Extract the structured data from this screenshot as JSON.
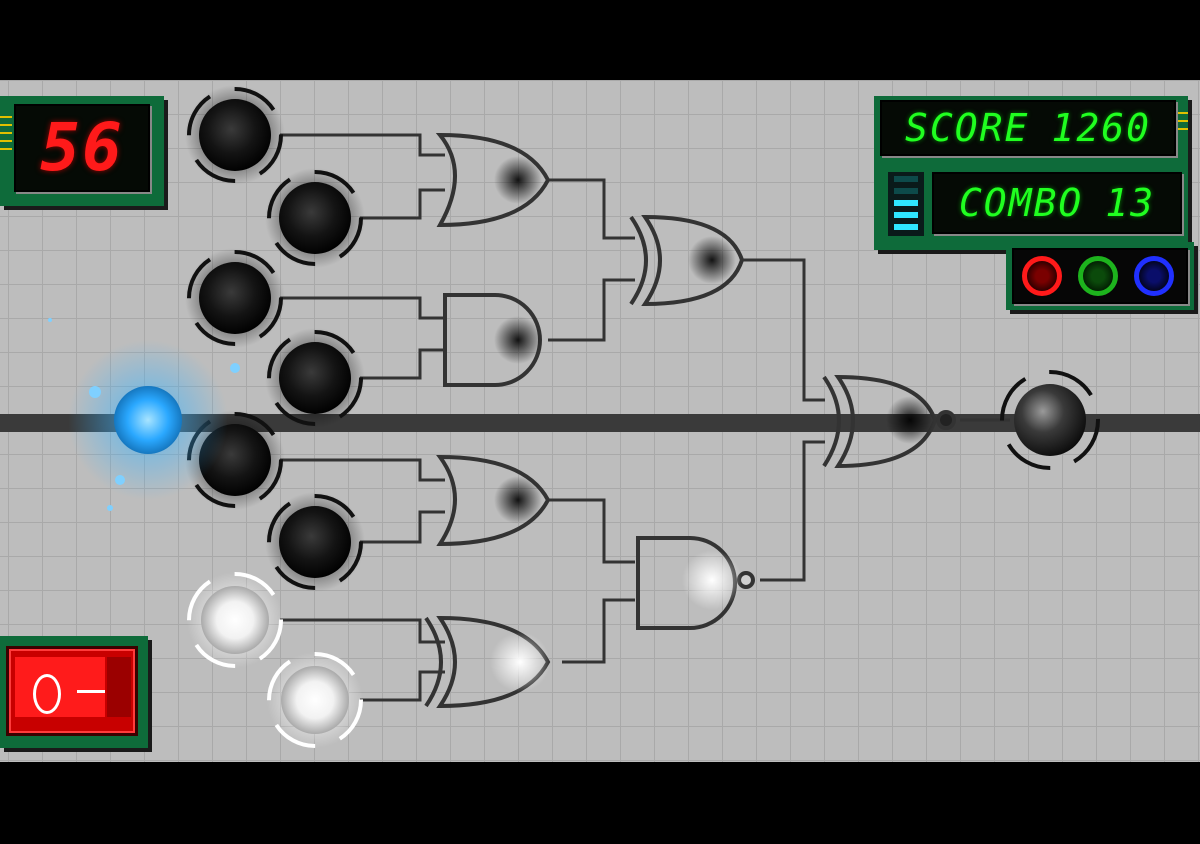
{
  "hud": {
    "timer": "56",
    "score_label": "SCORE",
    "score_value": "1260",
    "combo_label": "COMBO",
    "combo_value": "13",
    "combo_meter_segments": 5,
    "combo_meter_filled": 3
  },
  "color_selector": {
    "options": [
      {
        "name": "red",
        "color": "#ff1a1a"
      },
      {
        "name": "green",
        "color": "#1db31d"
      },
      {
        "name": "blue",
        "color": "#2030ff"
      }
    ]
  },
  "power_switch": {
    "state": "off"
  },
  "inputs": [
    {
      "id": 1,
      "state": "off"
    },
    {
      "id": 2,
      "state": "off"
    },
    {
      "id": 3,
      "state": "off"
    },
    {
      "id": 4,
      "state": "off"
    },
    {
      "id": 5,
      "state": "off"
    },
    {
      "id": 6,
      "state": "off"
    },
    {
      "id": 7,
      "state": "on"
    },
    {
      "id": 8,
      "state": "on"
    }
  ],
  "gates": [
    {
      "id": "g1",
      "type": "OR"
    },
    {
      "id": "g2",
      "type": "AND"
    },
    {
      "id": "g3",
      "type": "OR"
    },
    {
      "id": "g4",
      "type": "XOR"
    },
    {
      "id": "g5",
      "type": "XOR"
    },
    {
      "id": "g6",
      "type": "NAND"
    },
    {
      "id": "g7",
      "type": "XNOR"
    }
  ],
  "output_node": {
    "state": "off"
  },
  "signal_pulse": {
    "color": "#2aa8ff"
  },
  "colors": {
    "board": "#bdbdbd",
    "grid": "#a9a9a9",
    "wire": "#333333",
    "panel": "#0e6b3a",
    "lcd_green": "#20ff20",
    "lcd_red": "#ff1a1a"
  }
}
